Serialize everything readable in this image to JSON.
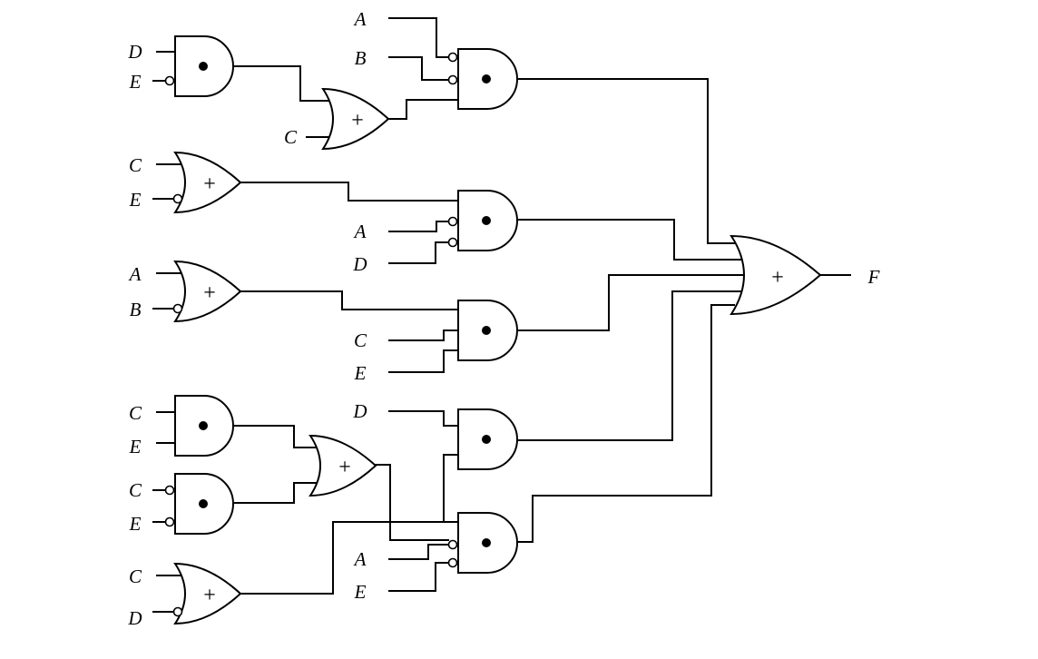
{
  "diagram": {
    "output_label": "F",
    "or_symbol": "+",
    "inputs": {
      "g1": [
        "D",
        "E"
      ],
      "g2": [
        "C"
      ],
      "g3": [
        "A",
        "B"
      ],
      "g4": [
        "C",
        "E"
      ],
      "g5": [
        "A",
        "D"
      ],
      "g6": [
        "A",
        "B"
      ],
      "g7": [
        "C",
        "E"
      ],
      "g8": [
        "C",
        "E"
      ],
      "g9": [
        "C",
        "E"
      ],
      "g10": [
        "D"
      ],
      "g11": [
        "A",
        "E"
      ],
      "g12": [
        "C",
        "D"
      ]
    }
  }
}
